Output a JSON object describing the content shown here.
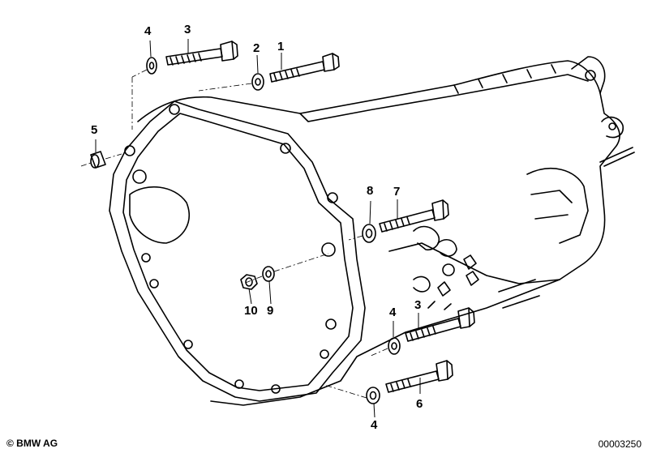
{
  "diagram": {
    "callouts": [
      {
        "id": "c4a",
        "text": "4"
      },
      {
        "id": "c3a",
        "text": "3"
      },
      {
        "id": "c2",
        "text": "2"
      },
      {
        "id": "c1",
        "text": "1"
      },
      {
        "id": "c5",
        "text": "5"
      },
      {
        "id": "c8",
        "text": "8"
      },
      {
        "id": "c7",
        "text": "7"
      },
      {
        "id": "c10",
        "text": "10"
      },
      {
        "id": "c9",
        "text": "9"
      },
      {
        "id": "c4b",
        "text": "4"
      },
      {
        "id": "c3b",
        "text": "3"
      },
      {
        "id": "c6",
        "text": "6"
      },
      {
        "id": "c4c",
        "text": "4"
      }
    ]
  },
  "footer": {
    "copyright": "© BMW AG",
    "part_number": "00003250"
  }
}
